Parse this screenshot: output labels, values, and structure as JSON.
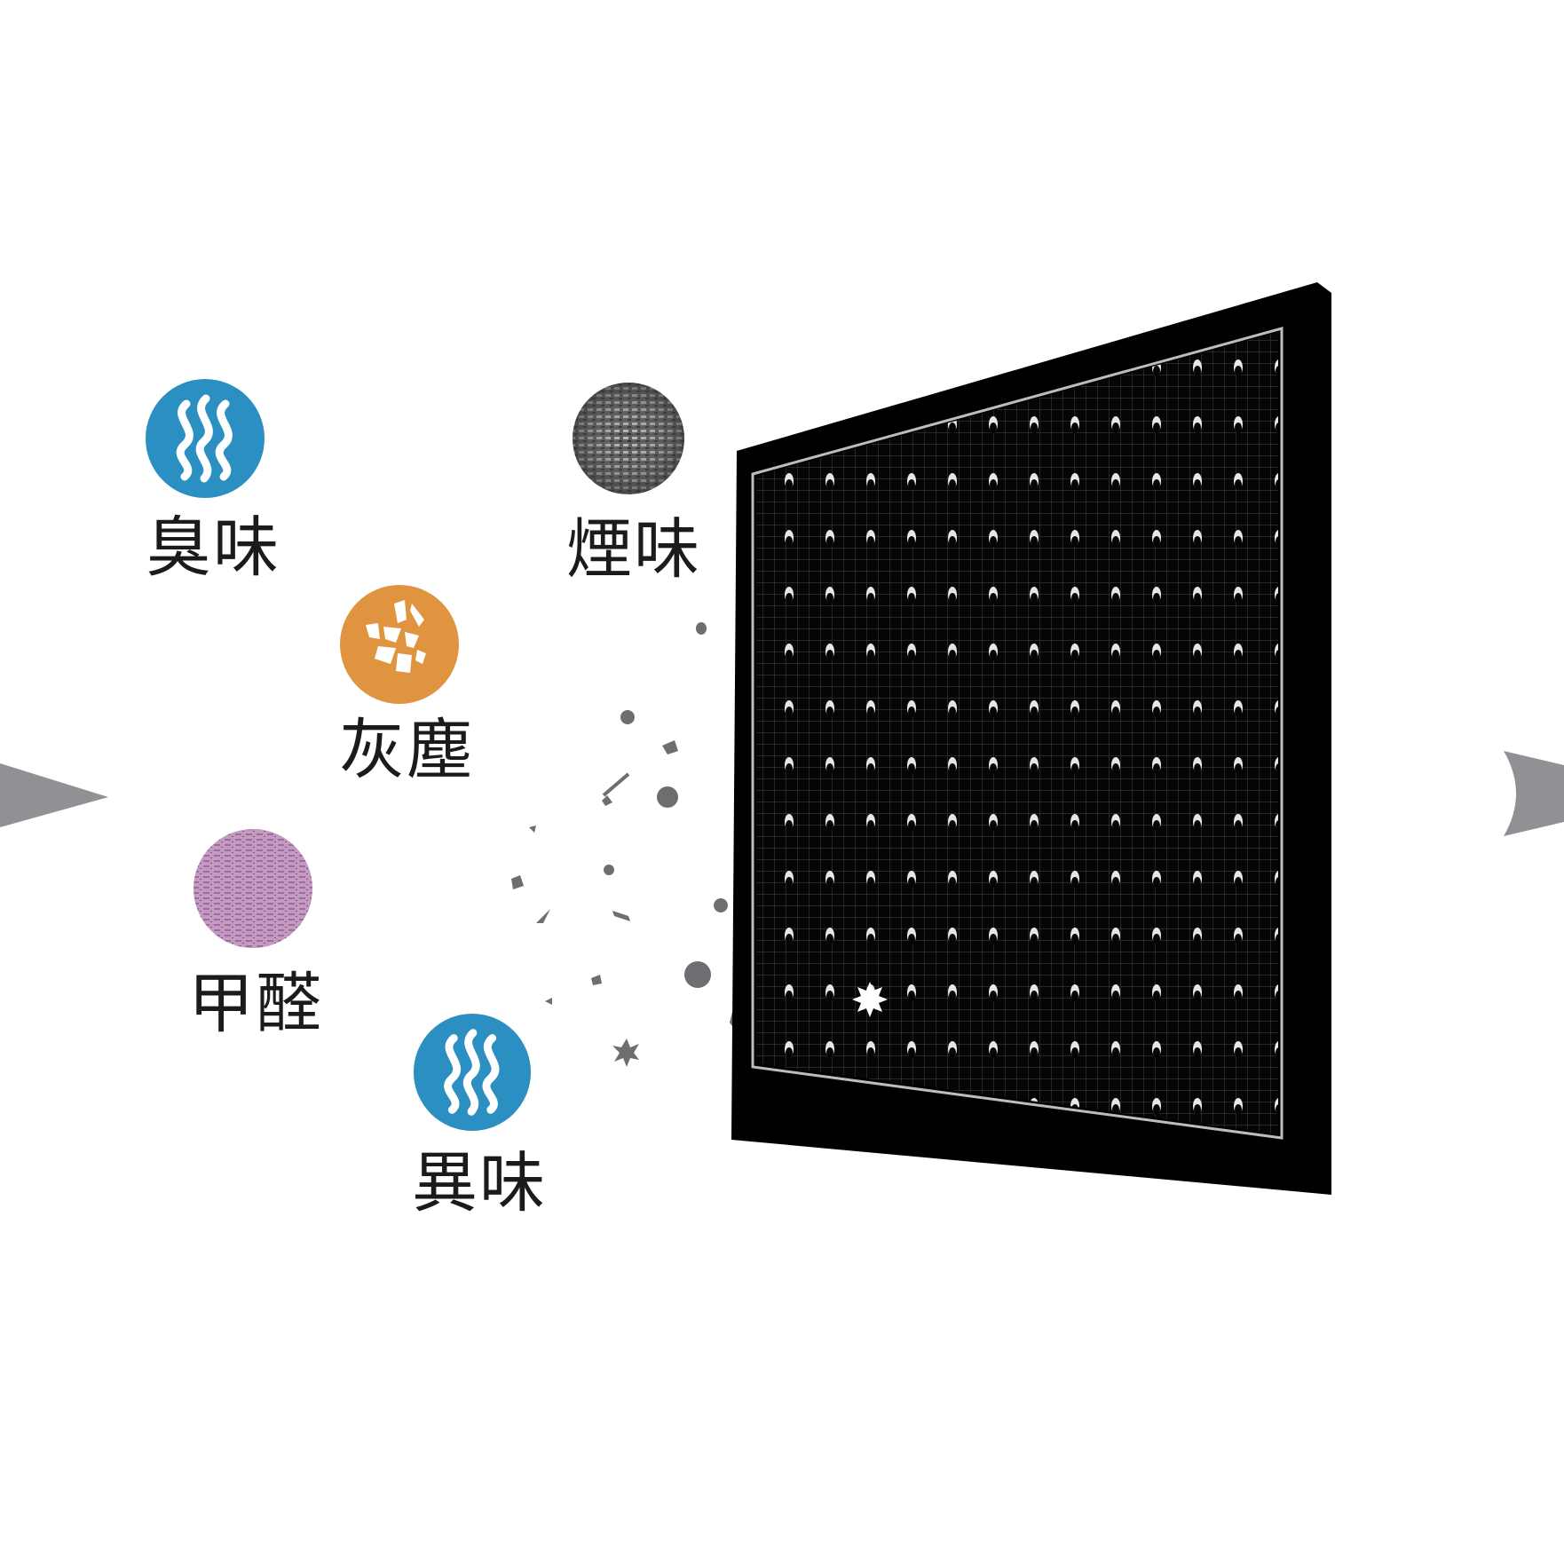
{
  "labels": {
    "odor": "臭味",
    "smoke": "煙味",
    "dust": "灰塵",
    "formaldehyde": "甲醛",
    "peculiar_smell": "異味"
  },
  "icons": {
    "odor": "wavy-lines-icon",
    "smoke": "smoke-particle-icon",
    "dust": "dust-fragments-icon",
    "formaldehyde": "formaldehyde-particle-icon",
    "peculiar_smell": "wavy-lines-icon",
    "filter": "activated-carbon-filter",
    "left_arrow": "arrow-right-icon",
    "right_arrow": "arrow-right-icon"
  },
  "colors": {
    "odor_circle": "#2b8fc1",
    "dust_circle": "#e0943f",
    "formaldehyde_circle": "#b98bb5",
    "smoke_circle": "#6b6b6b",
    "particles": "#6d6e71",
    "arrows": "#8f9194",
    "filter_frame": "#000000"
  }
}
